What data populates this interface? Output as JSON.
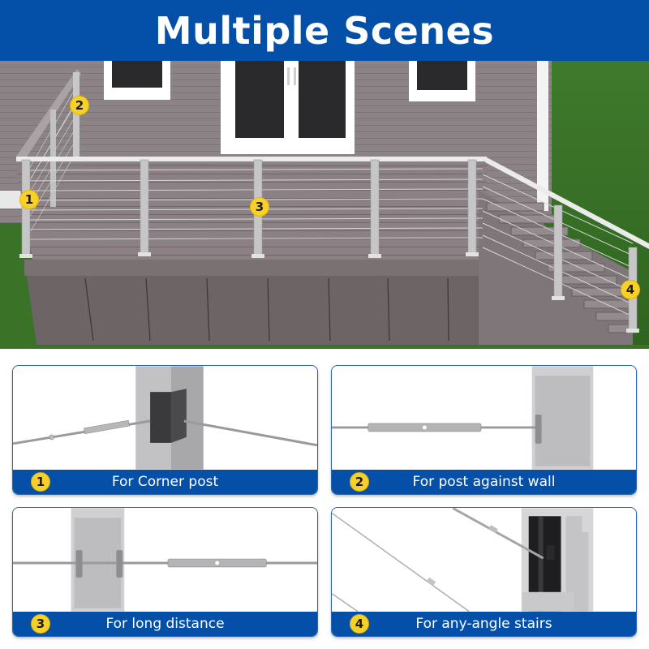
{
  "header": {
    "title": "Multiple Scenes",
    "background_color": "#0450a8"
  },
  "scene": {
    "description": "3D render of a gray house deck with stainless steel cable railing and stairs",
    "markers": [
      {
        "number": "1",
        "meaning": "corner post"
      },
      {
        "number": "2",
        "meaning": "post against wall"
      },
      {
        "number": "3",
        "meaning": "long distance"
      },
      {
        "number": "4",
        "meaning": "any-angle stairs"
      }
    ]
  },
  "cards": [
    {
      "number": "1",
      "label": "For Corner post"
    },
    {
      "number": "2",
      "label": "For post against wall"
    },
    {
      "number": "3",
      "label": "For long distance"
    },
    {
      "number": "4",
      "label": "For any-angle stairs"
    }
  ],
  "colors": {
    "accent_blue": "#0450a8",
    "badge_yellow": "#f7d02c",
    "card_border": "#2e63b8"
  }
}
